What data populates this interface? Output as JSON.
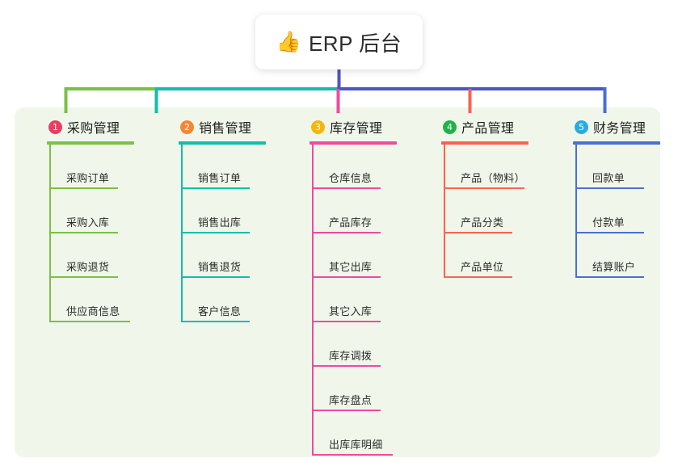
{
  "root": {
    "icon": "thumbs-up-icon",
    "emoji": "👍",
    "title": "ERP 后台"
  },
  "panel": {
    "background_color": "#f0f7ea"
  },
  "connector_colors": {
    "left_segment": "#7ac143",
    "mid_segment": "#14bdac",
    "right_segment": "#4f55c0",
    "root_stem": "#4f55c0"
  },
  "columns": [
    {
      "number": "1",
      "title": "采购管理",
      "badge_color": "#ea3d63",
      "line_color": "#7ac143",
      "items": [
        "采购订单",
        "采购入库",
        "采购退货",
        "供应商信息"
      ]
    },
    {
      "number": "2",
      "title": "销售管理",
      "badge_color": "#f58634",
      "line_color": "#14bdac",
      "items": [
        "销售订单",
        "销售出库",
        "销售退货",
        "客户信息"
      ]
    },
    {
      "number": "3",
      "title": "库存管理",
      "badge_color": "#f5b60e",
      "line_color": "#ef4aa0",
      "items": [
        "仓库信息",
        "产品库存",
        "其它出库",
        "其它入库",
        "库存调拨",
        "库存盘点",
        "出库库明细"
      ]
    },
    {
      "number": "4",
      "title": "产品管理",
      "badge_color": "#22b14c",
      "line_color": "#f96352",
      "items": [
        "产品（物料）",
        "产品分类",
        "产品单位"
      ]
    },
    {
      "number": "5",
      "title": "财务管理",
      "badge_color": "#29abe2",
      "line_color": "#4a6fd4",
      "items": [
        "回款单",
        "付款单",
        "结算账户"
      ]
    }
  ]
}
